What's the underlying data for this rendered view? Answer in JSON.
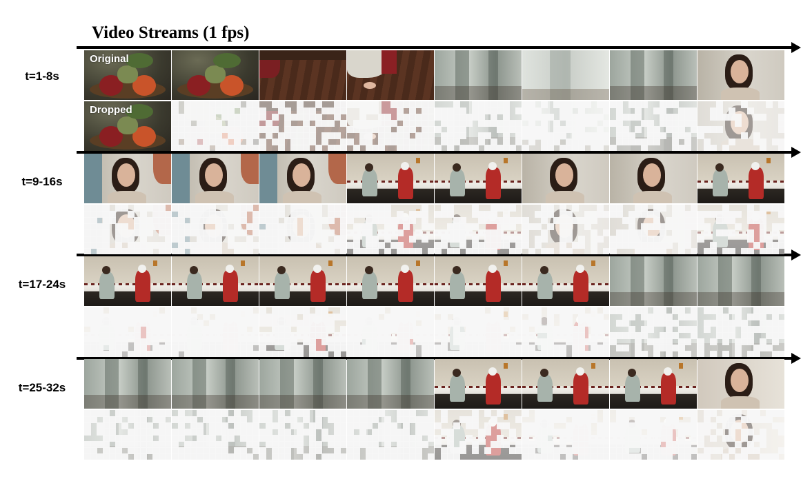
{
  "title": "Video Streams (1 fps)",
  "overlay_labels": {
    "original": "Original",
    "dropped": "Dropped"
  },
  "rows": [
    {
      "label": "t=1-8s",
      "frames": [
        {
          "scene": "fruit"
        },
        {
          "scene": "fruit"
        },
        {
          "scene": "floor-dress"
        },
        {
          "scene": "floor-feet"
        },
        {
          "scene": "dress"
        },
        {
          "scene": "dress-white"
        },
        {
          "scene": "dress"
        },
        {
          "scene": "portrait"
        }
      ],
      "dropped": [
        0.0,
        0.85,
        0.55,
        0.75,
        0.7,
        0.75,
        0.6,
        0.35
      ]
    },
    {
      "label": "t=9-16s",
      "frames": [
        {
          "scene": "portrait-hands"
        },
        {
          "scene": "portrait-hands"
        },
        {
          "scene": "portrait-hands"
        },
        {
          "scene": "room"
        },
        {
          "scene": "room"
        },
        {
          "scene": "portrait"
        },
        {
          "scene": "portrait"
        },
        {
          "scene": "room"
        }
      ],
      "dropped": [
        0.8,
        0.78,
        0.8,
        0.6,
        0.65,
        0.45,
        0.8,
        0.5
      ]
    },
    {
      "label": "t=17-24s",
      "frames": [
        {
          "scene": "room"
        },
        {
          "scene": "room"
        },
        {
          "scene": "room"
        },
        {
          "scene": "room"
        },
        {
          "scene": "room"
        },
        {
          "scene": "room"
        },
        {
          "scene": "dress"
        },
        {
          "scene": "dress"
        }
      ],
      "dropped": [
        0.85,
        0.88,
        0.8,
        0.9,
        0.85,
        0.85,
        0.6,
        0.55
      ]
    },
    {
      "label": "t=25-32s",
      "frames": [
        {
          "scene": "dress"
        },
        {
          "scene": "dress"
        },
        {
          "scene": "dress"
        },
        {
          "scene": "dress"
        },
        {
          "scene": "room"
        },
        {
          "scene": "room"
        },
        {
          "scene": "room"
        },
        {
          "scene": "portrait-down"
        }
      ],
      "dropped": [
        0.75,
        0.75,
        0.75,
        0.75,
        0.4,
        0.85,
        0.85,
        0.55
      ]
    }
  ]
}
